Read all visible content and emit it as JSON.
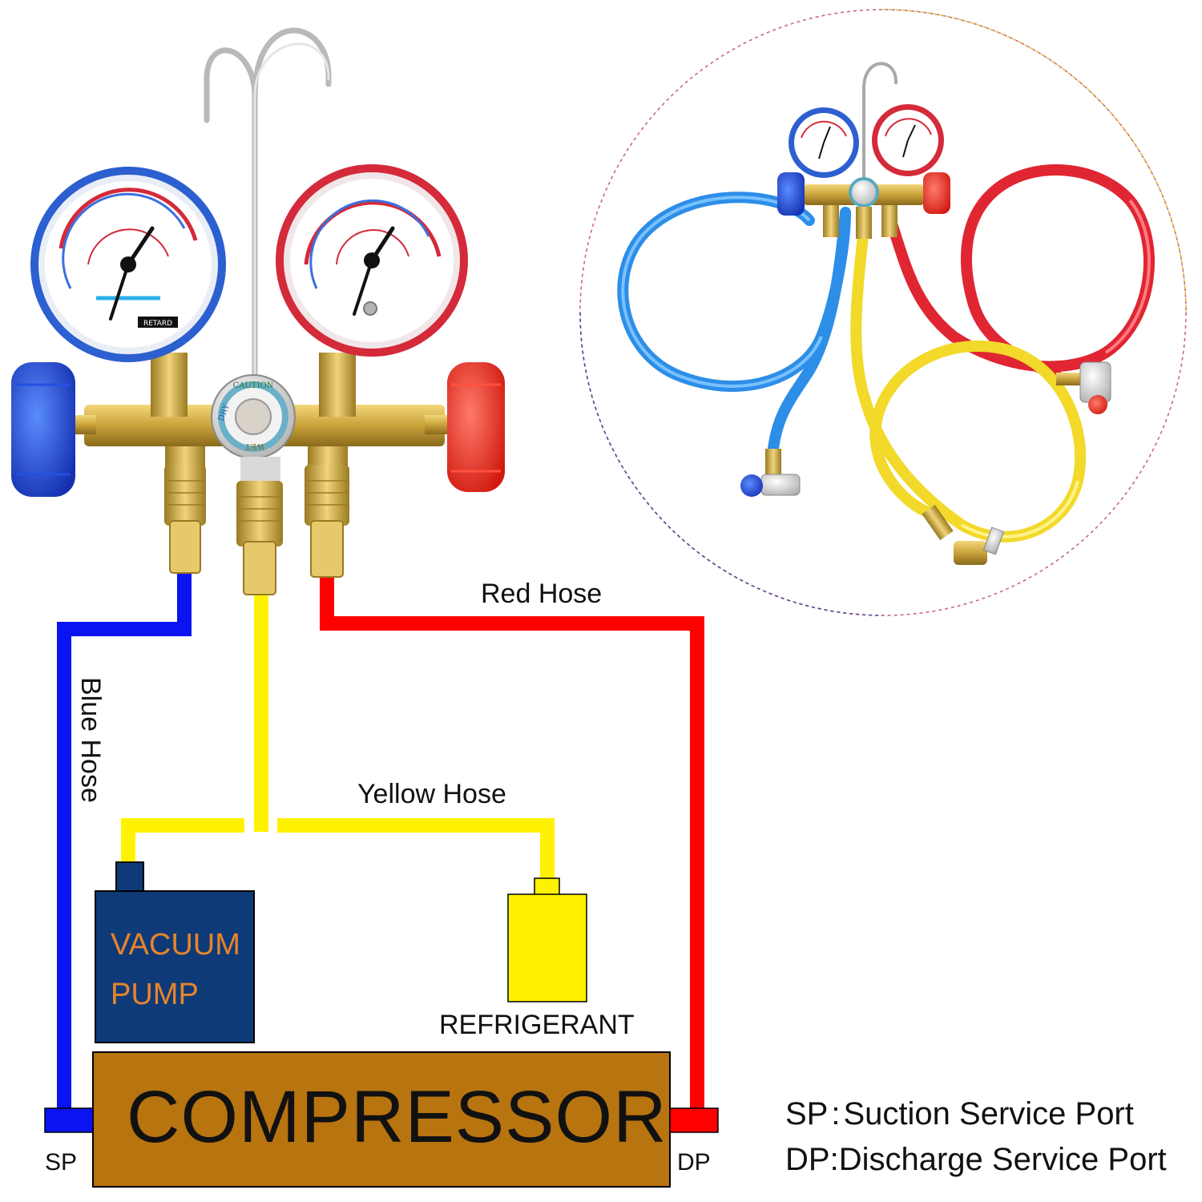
{
  "colors": {
    "blue_hose": "#0a14f0",
    "yellow_hose": "#fff200",
    "red_hose": "#ff0000",
    "vacuum_pump": "#0e3a78",
    "vacuum_text": "#e8842a",
    "refrigerant": "#fff200",
    "compressor": "#b8740f",
    "gauge_low": "#2c5fd0",
    "gauge_high": "#d42a3a",
    "brass": "#c9a23a"
  },
  "labels": {
    "red_hose": "Red Hose",
    "blue_hose": "Blue Hose",
    "yellow_hose": "Yellow Hose",
    "vacuum_pump_line1": "VACUUM",
    "vacuum_pump_line2": "PUMP",
    "refrigerant": "REFRIGERANT",
    "compressor": "COMPRESSOR",
    "sp": "SP",
    "dp": "DP"
  },
  "gauge_labels": {
    "caution": "CAUTION",
    "dry": "DRY",
    "wet": "WET",
    "retard": "RETARD"
  },
  "legend": [
    {
      "abbr": "SP",
      "sep": ":",
      "text": "Suction Service Port"
    },
    {
      "abbr": "DP",
      "sep": ":",
      "text": "Discharge Service Port"
    }
  ]
}
